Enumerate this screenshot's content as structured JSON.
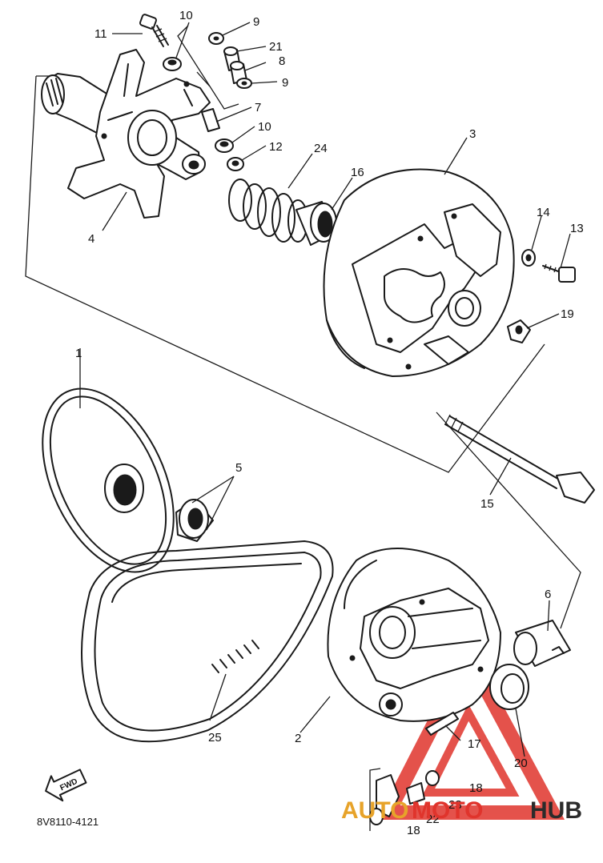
{
  "diagram": {
    "part_numbers": {
      "p1": "1",
      "p2": "2",
      "p3": "3",
      "p4": "4",
      "p5": "5",
      "p6": "6",
      "p7": "7",
      "p8": "8",
      "p9a": "9",
      "p9b": "9",
      "p10a": "10",
      "p10b": "10",
      "p11": "11",
      "p12": "12",
      "p13": "13",
      "p14": "14",
      "p15": "15",
      "p16": "16",
      "p17": "17",
      "p18a": "18",
      "p18b": "18",
      "p19": "19",
      "p20": "20",
      "p21": "21",
      "p22": "22",
      "p23": "23",
      "p24": "24",
      "p25": "25"
    },
    "fwd_label": "FWD",
    "drawing_code": "8V8110-4121"
  },
  "watermark": {
    "brand_part1": "AUTO",
    "brand_part2": "MOTO",
    "brand_part3": "HUB",
    "accent_color": "#e0342c",
    "gold_color": "#e7a32a",
    "dark_color": "#2b2b2b"
  }
}
